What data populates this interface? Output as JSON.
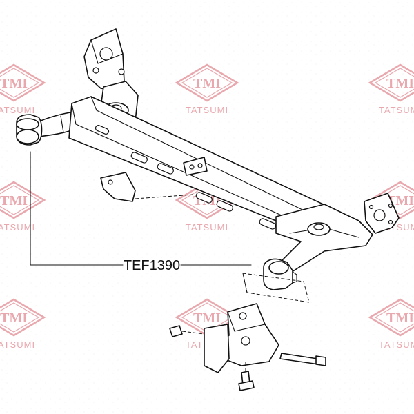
{
  "watermark": {
    "logo_text": "TMI",
    "brand_text": "TATSUMI",
    "color": "#e8a8ae"
  },
  "callout": {
    "part_number": "TEF1390"
  }
}
